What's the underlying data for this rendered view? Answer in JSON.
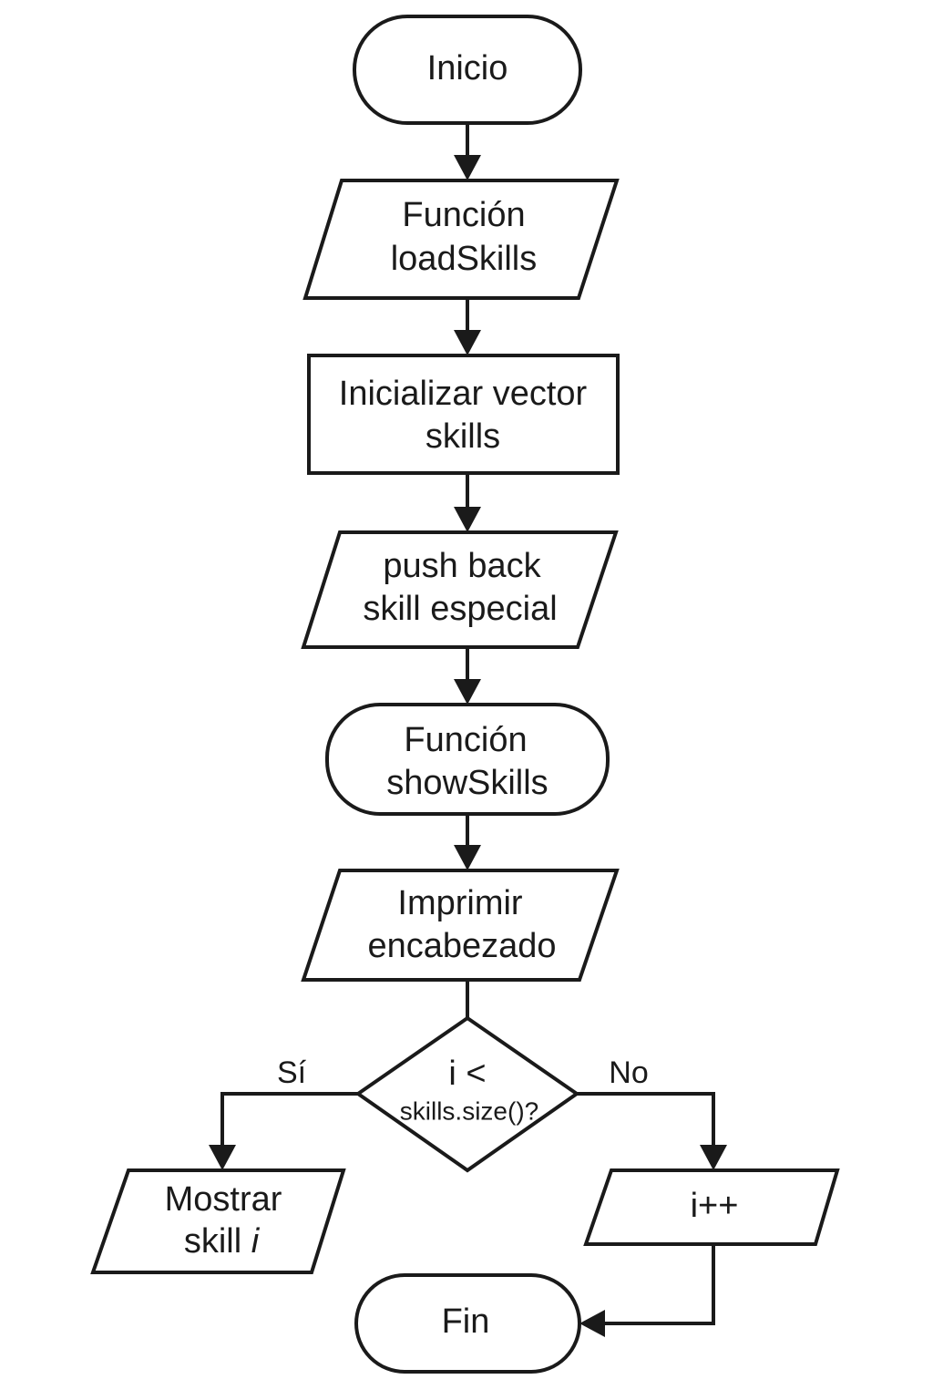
{
  "nodes": {
    "start": {
      "line1": "Inicio"
    },
    "load_skills": {
      "line1": "Función",
      "line2": "loadSkills"
    },
    "init_vector": {
      "line1": "Inicializar vector",
      "line2": "skills"
    },
    "push_back": {
      "line1": "push back",
      "line2": "skill especial"
    },
    "show_skills": {
      "line1": "Función",
      "line2": "showSkills"
    },
    "print_header": {
      "line1": "Imprimir",
      "line2": "encabezado"
    },
    "decision": {
      "line1": "i <",
      "line2": "skills.size()?"
    },
    "show_skill_i": {
      "line1": "Mostrar",
      "line2a": "skill ",
      "line2b": "i"
    },
    "increment": {
      "line1": "i++"
    },
    "end": {
      "line1": "Fin"
    }
  },
  "branches": {
    "yes": "Sí",
    "no": "No"
  },
  "colors": {
    "stroke": "#1a1a1a",
    "fill": "#ffffff",
    "background": "#ffffff"
  }
}
